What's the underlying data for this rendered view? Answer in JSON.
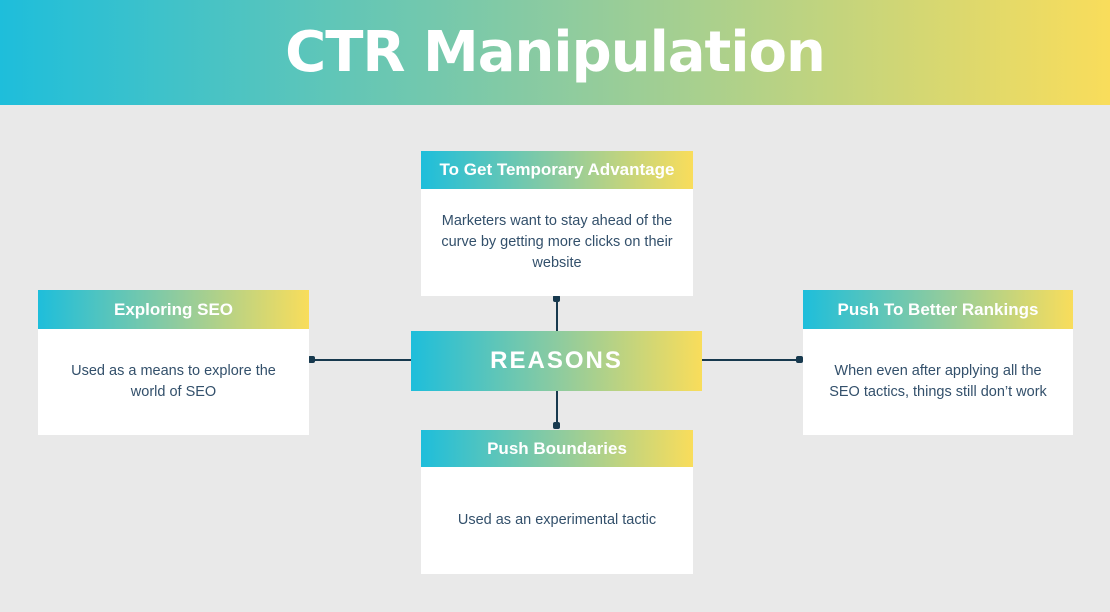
{
  "title": "CTR Manipulation",
  "center": {
    "label": "REASONS"
  },
  "nodes": [
    {
      "id": "temporary-advantage",
      "title": "To Get Temporary Advantage",
      "body": "Marketers want to stay ahead of the curve by getting more clicks on their website"
    },
    {
      "id": "exploring-seo",
      "title": "Exploring SEO",
      "body": "Used as a means to explore the world of SEO"
    },
    {
      "id": "push-to-better-rankings",
      "title": "Push To Better Rankings",
      "body": "When even after applying all the SEO tactics, things still don’t work"
    },
    {
      "id": "push-boundaries",
      "title": "Push Boundaries",
      "body": "Used as an experimental tactic"
    }
  ],
  "colors": {
    "gradient_start": "#1ebedb",
    "gradient_mid": "#8ccba0",
    "gradient_end": "#f9dd5b",
    "connector": "#17394e",
    "body_text": "#33506b",
    "background": "#e9e9e9",
    "header_text": "#ffffff"
  }
}
